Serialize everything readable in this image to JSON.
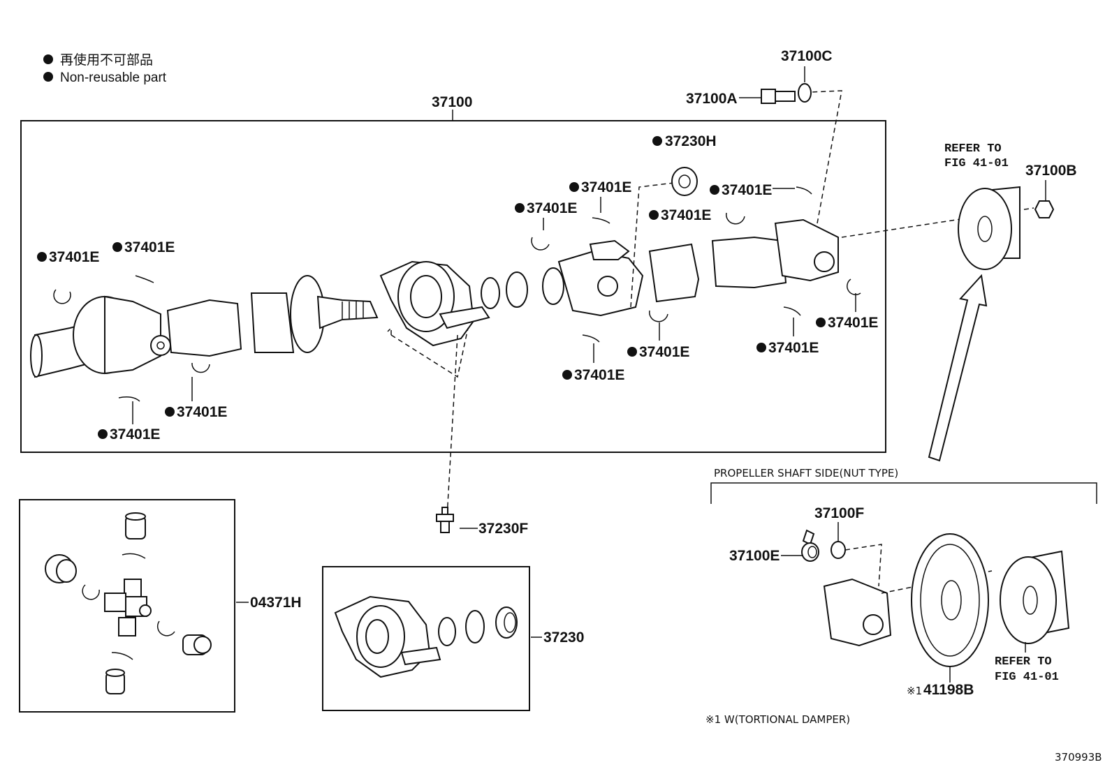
{
  "legend": {
    "line_jp": "再使用不可部品",
    "line_en": "Non-reusable part"
  },
  "parts": {
    "p37100": "37100",
    "p37100A": "37100A",
    "p37100B": "37100B",
    "p37100C": "37100C",
    "p37100E": "37100E",
    "p37100F": "37100F",
    "p37230": "37230",
    "p37230F": "37230F",
    "p37230H": "37230H",
    "p37401E": "37401E",
    "p04371H": "04371H",
    "p41198B": "41198B"
  },
  "refs": {
    "refer_line1": "REFER TO",
    "refer_line2": "FIG 41-01"
  },
  "inset": {
    "title": "PROPELLER SHAFT SIDE(NUT TYPE)",
    "mark": "※1",
    "footnote": "※1 W(TORTIONAL DAMPER)"
  },
  "figure_id": "370993B"
}
